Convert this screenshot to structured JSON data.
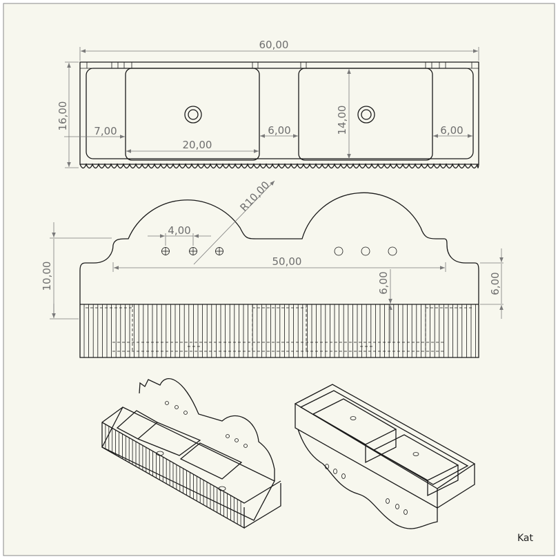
{
  "colors": {
    "sheet": "#f7f7ee",
    "line": "#1a1a1a",
    "dim": "#6e6e6e",
    "border": "#8a8a8a"
  },
  "dimensions": {
    "overall_length": "60,00",
    "height_top": "16,00",
    "inner_height": "14,00",
    "left_offset": "7,00",
    "basin_width": "20,00",
    "gap_mid": "6,00",
    "right_offset": "6,00",
    "arc_radius": "R10,00",
    "hole_spacing": "4,00",
    "front_height": "10,00",
    "span": "50,00",
    "depth_mid": "6,00",
    "depth_right": "6,00"
  },
  "title_block": {
    "author": "Kat"
  }
}
